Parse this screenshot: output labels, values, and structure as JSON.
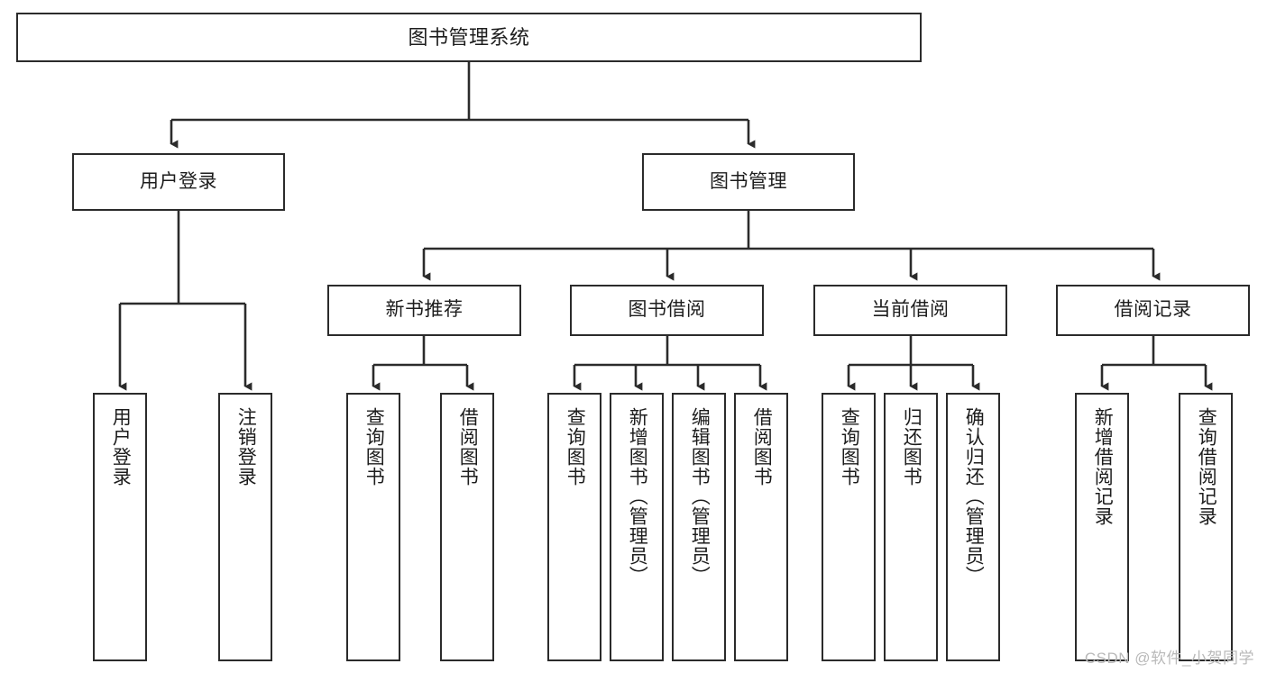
{
  "diagram": {
    "title": "图书管理系统",
    "type": "hierarchy-tree",
    "watermark": "CSDN @软件_小贺同学",
    "colors": {
      "stroke": "#2b2b2b",
      "fill": "#ffffff",
      "text": "#1d1d1d",
      "watermark": "#b9b9b9"
    },
    "levels": [
      {
        "level": 0,
        "nodes": [
          {
            "id": "root",
            "label": "图书管理系统",
            "orientation": "horizontal"
          }
        ]
      },
      {
        "level": 1,
        "nodes": [
          {
            "id": "user-login",
            "label": "用户登录",
            "orientation": "horizontal",
            "parent": "root"
          },
          {
            "id": "book-mgmt",
            "label": "图书管理",
            "orientation": "horizontal",
            "parent": "root"
          }
        ]
      },
      {
        "level": 2,
        "nodes": [
          {
            "id": "new-book-rec",
            "label": "新书推荐",
            "orientation": "horizontal",
            "parent": "book-mgmt"
          },
          {
            "id": "book-borrow",
            "label": "图书借阅",
            "orientation": "horizontal",
            "parent": "book-mgmt"
          },
          {
            "id": "current-borrow",
            "label": "当前借阅",
            "orientation": "horizontal",
            "parent": "book-mgmt"
          },
          {
            "id": "borrow-record",
            "label": "借阅记录",
            "orientation": "horizontal",
            "parent": "book-mgmt"
          }
        ]
      },
      {
        "level": 3,
        "nodes": [
          {
            "id": "leaf-1",
            "label": "用户登录",
            "orientation": "vertical",
            "parent": "user-login"
          },
          {
            "id": "leaf-2",
            "label": "注销登录",
            "orientation": "vertical",
            "parent": "user-login"
          },
          {
            "id": "leaf-3",
            "label": "查询图书",
            "orientation": "vertical",
            "parent": "new-book-rec"
          },
          {
            "id": "leaf-4",
            "label": "借阅图书",
            "orientation": "vertical",
            "parent": "new-book-rec"
          },
          {
            "id": "leaf-5",
            "label": "查询图书",
            "orientation": "vertical",
            "parent": "book-borrow"
          },
          {
            "id": "leaf-6",
            "label": "新增图书（管理员）",
            "orientation": "vertical",
            "parent": "book-borrow"
          },
          {
            "id": "leaf-7",
            "label": "编辑图书（管理员）",
            "orientation": "vertical",
            "parent": "book-borrow"
          },
          {
            "id": "leaf-8",
            "label": "借阅图书",
            "orientation": "vertical",
            "parent": "book-borrow"
          },
          {
            "id": "leaf-9",
            "label": "查询图书",
            "orientation": "vertical",
            "parent": "current-borrow"
          },
          {
            "id": "leaf-10",
            "label": "归还图书",
            "orientation": "vertical",
            "parent": "current-borrow"
          },
          {
            "id": "leaf-11",
            "label": "确认归还（管理员）",
            "orientation": "vertical",
            "parent": "current-borrow"
          },
          {
            "id": "leaf-12",
            "label": "新增借阅记录",
            "orientation": "vertical",
            "parent": "borrow-record"
          },
          {
            "id": "leaf-13",
            "label": "查询借阅记录",
            "orientation": "vertical",
            "parent": "borrow-record"
          }
        ]
      }
    ]
  }
}
